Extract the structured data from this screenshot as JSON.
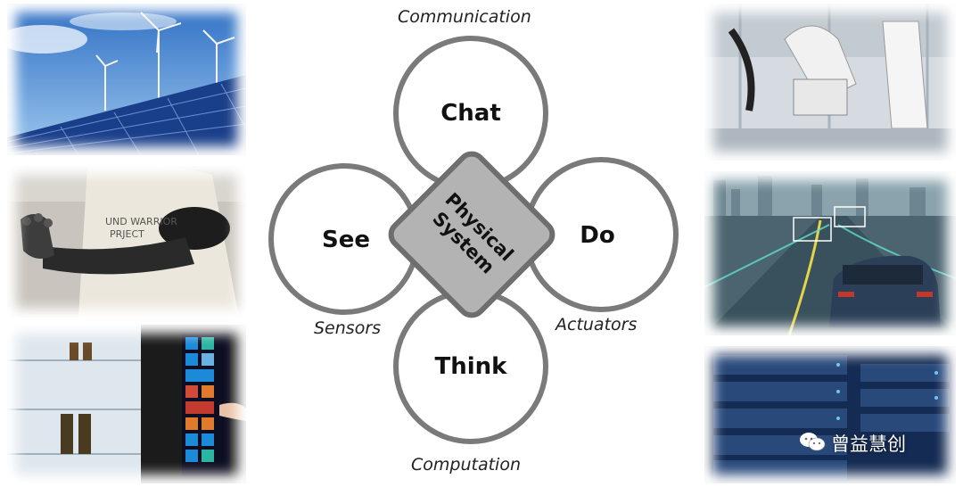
{
  "diagram": {
    "center_label": "Physical System",
    "center_line1": "Physical",
    "center_line2": "System",
    "nodes": {
      "top": {
        "label": "Chat",
        "caption": "Communication"
      },
      "left": {
        "label": "See",
        "caption": "Sensors"
      },
      "right": {
        "label": "Do",
        "caption": "Actuators"
      },
      "bottom": {
        "label": "Think",
        "caption": "Computation"
      }
    }
  },
  "photos": {
    "left": [
      "solar panels and wind turbines",
      "bionic prosthetic arm",
      "smart refrigerator with touch screen"
    ],
    "right": [
      "industrial robot arms",
      "autonomous car on highway",
      "server rack"
    ]
  },
  "watermark": {
    "text": "曾益慧创",
    "icon": "wechat-icon"
  },
  "colors": {
    "circle_stroke": "#7a7a7a",
    "diamond_fill": "#b3b3b3",
    "diamond_stroke": "#6e6e6e"
  }
}
